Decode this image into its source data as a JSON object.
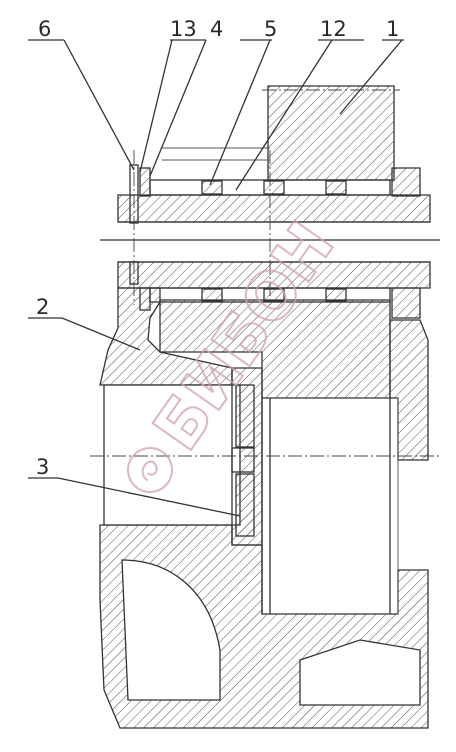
{
  "callouts": [
    {
      "id": "6",
      "label": "6"
    },
    {
      "id": "13",
      "label": "13"
    },
    {
      "id": "4",
      "label": "4"
    },
    {
      "id": "5",
      "label": "5"
    },
    {
      "id": "12",
      "label": "12"
    },
    {
      "id": "1",
      "label": "1"
    },
    {
      "id": "2",
      "label": "2"
    },
    {
      "id": "3",
      "label": "3"
    }
  ],
  "watermark": {
    "text": "БИБОН"
  },
  "colors": {
    "line": "#333333",
    "hatch": "#555555",
    "watermark": "#cf9fb4"
  }
}
